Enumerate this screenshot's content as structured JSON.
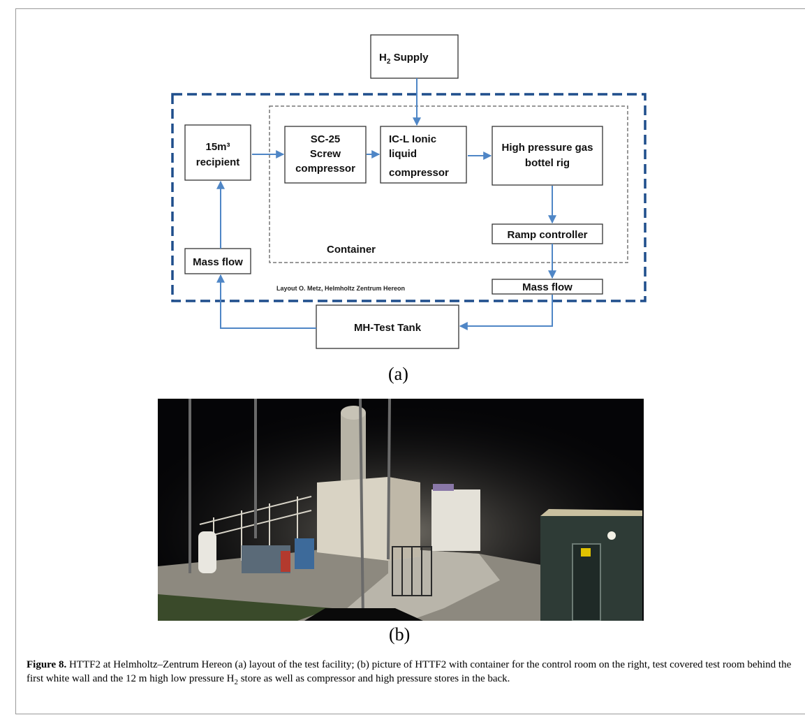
{
  "diagram": {
    "h2_supply_main": "H",
    "h2_supply_sub": "2",
    "h2_supply_rest": " Supply",
    "recipient_line1": "15m³",
    "recipient_line2": "recipient",
    "screw_line1": "SC-25",
    "screw_line2": "Screw",
    "screw_line3": "compressor",
    "ionic_line1": "IC-L Ionic",
    "ionic_line2": "liquid",
    "ionic_line3": "compressor",
    "bottle_line1": "High pressure gas",
    "bottle_line2": "bottel rig",
    "ramp": "Ramp controller",
    "container": "Container",
    "mass_flow_left": "Mass flow",
    "mass_flow_right": "Mass flow",
    "layout_credit": "Layout O. Metz, Helmholtz Zentrum Hereon",
    "test_tank": "MH-Test Tank",
    "colors": {
      "dashed_border": "#1f4e8c",
      "arrow": "#4f86c6",
      "container_border": "#777777"
    }
  },
  "labels": {
    "a": "(a)",
    "b": "(b)"
  },
  "photo": {
    "description_icon": "facility-photo"
  },
  "caption": {
    "label": "Figure 8.",
    "text_part1": " HTTF2 at Helmholtz–Zentrum Hereon (a) layout of the test facility; (b) picture of HTTF2 with container for the control room on the right, test covered test room behind the first white wall and the 12 m high low pressure H",
    "sub": "2",
    "text_part2": " store as well as compressor and high pressure stores in the back."
  }
}
